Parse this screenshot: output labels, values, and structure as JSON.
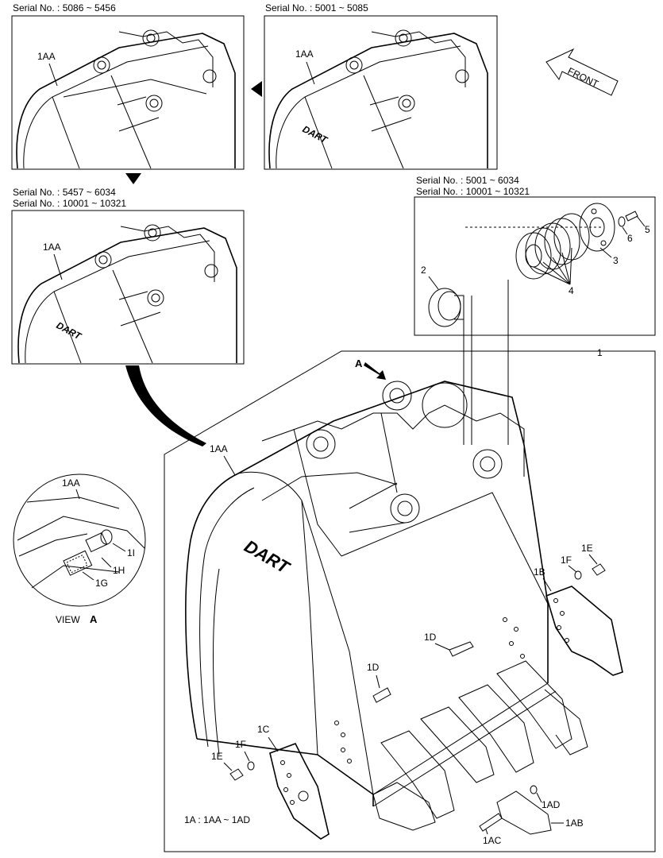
{
  "insets": {
    "top_left": {
      "serial": "Serial No. : 5086 ~ 5456",
      "part": "1AA"
    },
    "top_mid": {
      "serial": "Serial No. : 5001 ~ 5085",
      "part": "1AA"
    },
    "mid_left": {
      "serial_1": "Serial No. : 5457 ~ 6034",
      "serial_2": "Serial No. : 10001 ~ 10321",
      "part": "1AA"
    },
    "pin_group": {
      "serial_1": "Serial No. : 5001 ~ 6034",
      "serial_2": "Serial No. : 10001 ~ 10321",
      "labels": {
        "p2": "2",
        "p3": "3",
        "p4": "4",
        "p5": "5",
        "p6": "6"
      }
    }
  },
  "front_label": "FRONT",
  "logo_text": "DART",
  "view": {
    "title": "VIEW",
    "letter": "A",
    "labels": {
      "aa": "1AA",
      "i": "1I",
      "h": "1H",
      "g": "1G"
    }
  },
  "main": {
    "assembly": "1",
    "arrow_letter": "A",
    "labels": {
      "aa": "1AA",
      "b": "1B",
      "c": "1C",
      "d_right": "1D",
      "d_left": "1D",
      "e_right": "1E",
      "e_left": "1E",
      "f_right": "1F",
      "f_left": "1F",
      "ab": "1AB",
      "ac": "1AC",
      "ad": "1AD"
    },
    "formula": "1A : 1AA ~ 1AD"
  }
}
